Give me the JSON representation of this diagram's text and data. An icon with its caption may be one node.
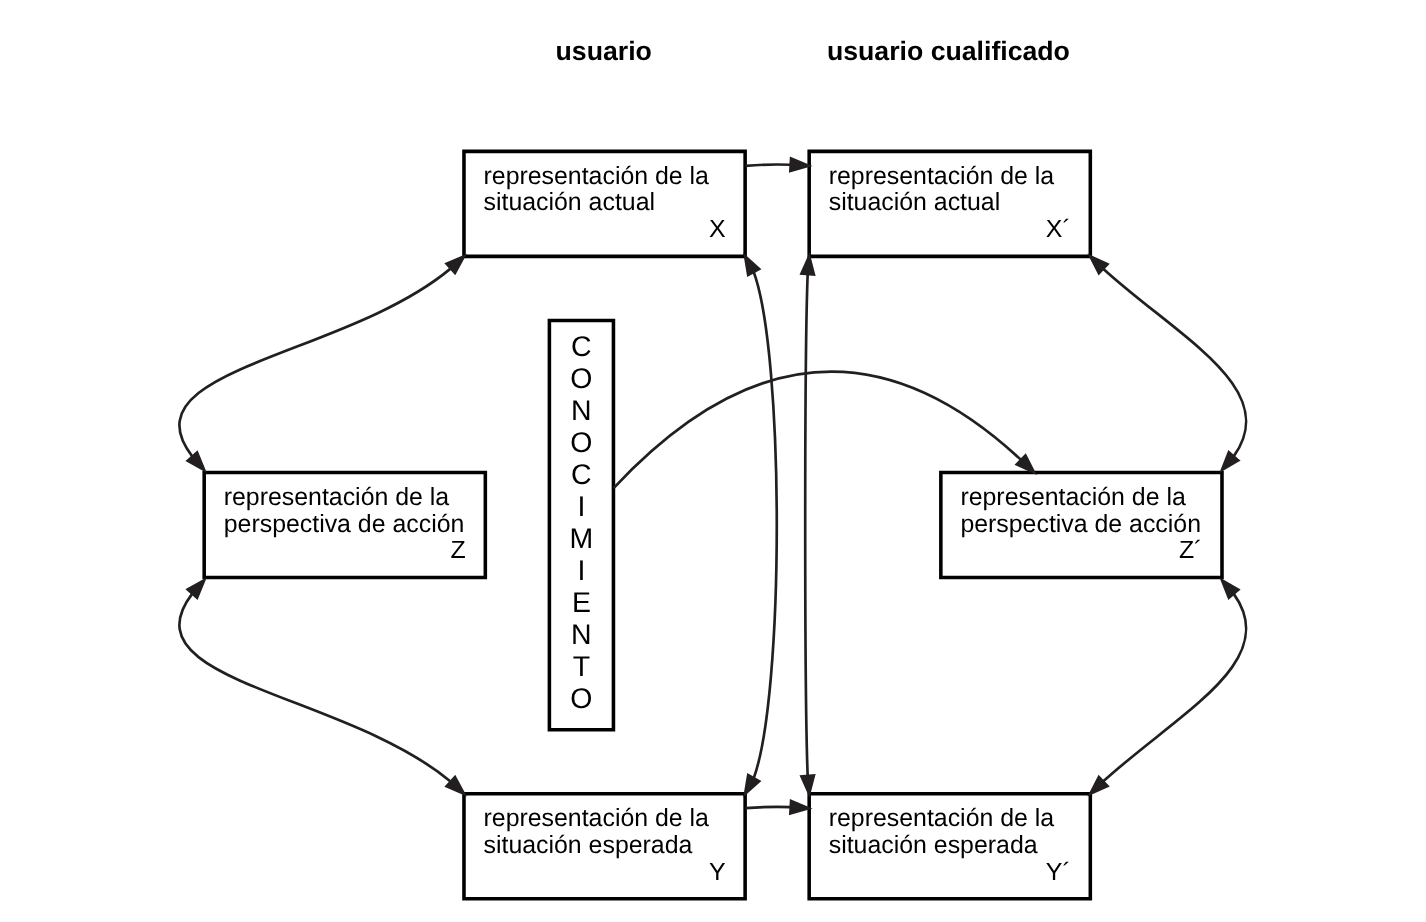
{
  "diagram": {
    "nodes": [
      {
        "text": [
          "representación de la situación actual",
          "X"
        ]
      },
      {
        "text": [
          "representación de la perspectiva de acción",
          "Z"
        ]
      },
      {
        "text": [
          "representación de la situación esperada",
          "Y"
        ]
      },
      {
        "text": [
          "CONOCIMIENTO"
        ]
      },
      {
        "text": [
          "representación de la situación actual",
          "X´"
        ]
      },
      {
        "text": [
          "representación de la perspectiva de acción",
          "Z´"
        ]
      },
      {
        "text": [
          "representación de la situación esperada",
          "Y´"
        ]
      }
    ],
    "edges": [
      {
        "from": 0,
        "to": 1,
        "arrow": "both"
      },
      {
        "from": 1,
        "to": 2,
        "arrow": "both"
      },
      {
        "from": 0,
        "to": 2,
        "arrow": "both"
      },
      {
        "from": 0,
        "to": 4,
        "arrow": "to"
      },
      {
        "from": 3,
        "to": 5,
        "arrow": "to"
      },
      {
        "from": 2,
        "to": 6,
        "arrow": "to"
      },
      {
        "from": 4,
        "to": 6,
        "arrow": "both"
      },
      {
        "from": 4,
        "to": 5,
        "arrow": "both"
      },
      {
        "from": 5,
        "to": 6,
        "arrow": "both"
      }
    ],
    "labels": [
      "usuario",
      "usuario cualificado"
    ]
  }
}
